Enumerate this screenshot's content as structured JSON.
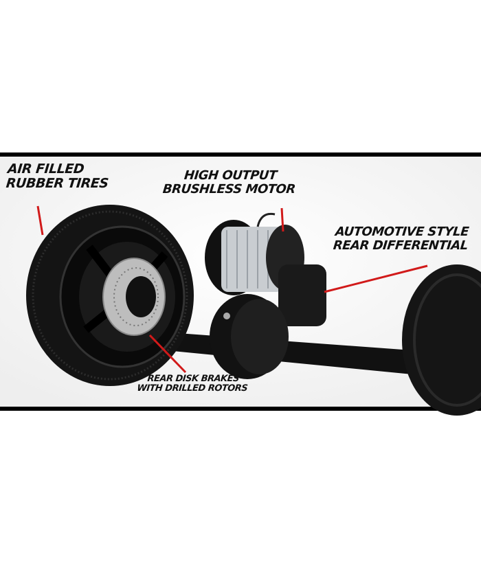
{
  "labels": {
    "tires": [
      "Air Filled",
      "Rubber Tires"
    ],
    "motor": [
      "High Output",
      "Brushless Motor"
    ],
    "differential": [
      "Automotive Style",
      "Rear Differential"
    ],
    "brakes": [
      "Rear Disk Brakes",
      "With Drilled Rotors"
    ]
  },
  "colors": {
    "callout_line": "#d11a1a",
    "frame": "#000000"
  }
}
